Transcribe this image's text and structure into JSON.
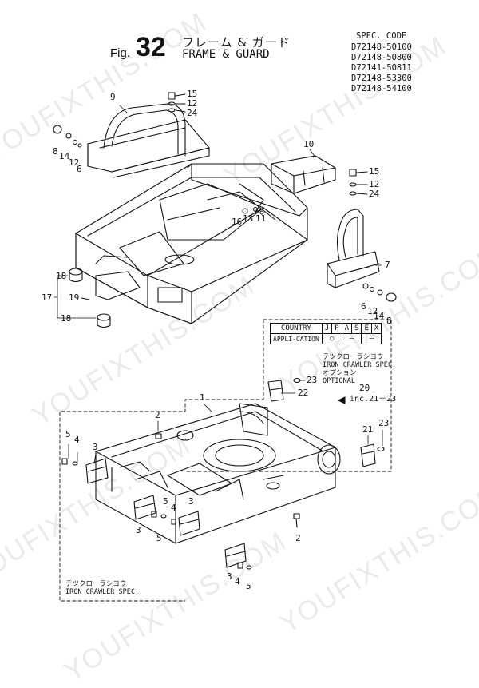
{
  "header": {
    "fig_prefix": "Fig.",
    "fig_number": "32",
    "title_jp": "フレーム & ガード",
    "title_en": "FRAME & GUARD"
  },
  "spec": {
    "heading": "SPEC. CODE",
    "codes": [
      "D72148-50100",
      "D72148-50800",
      "D72141-50811",
      "D72148-53300",
      "D72148-54100"
    ]
  },
  "country_table": {
    "headers": [
      "COUNTRY",
      "J",
      "P",
      "A",
      "S",
      "E",
      "X"
    ],
    "row_label": "APPLI-CATION",
    "row_values": [
      "○",
      "—",
      "—"
    ]
  },
  "notes": {
    "iron_jp_1": "テツクローラシヨウ",
    "iron_en_1": "IRON CRAWLER SPEC.",
    "option_jp": "オプション",
    "option_en": "OPTIONAL",
    "iron_jp_2": "テツクローラシヨウ",
    "iron_en_2": "IRON CRAWLER SPEC.",
    "inc_ref": "inc.21－23"
  },
  "callouts": [
    {
      "id": "c-9",
      "text": "9"
    },
    {
      "id": "c-15a",
      "text": "15"
    },
    {
      "id": "c-12a",
      "text": "12"
    },
    {
      "id": "c-24a",
      "text": "24"
    },
    {
      "id": "c-8a",
      "text": "8"
    },
    {
      "id": "c-14a",
      "text": "14"
    },
    {
      "id": "c-12b",
      "text": "12"
    },
    {
      "id": "c-6a",
      "text": "6"
    },
    {
      "id": "c-10",
      "text": "10"
    },
    {
      "id": "c-15b",
      "text": "15"
    },
    {
      "id": "c-12c",
      "text": "12"
    },
    {
      "id": "c-24b",
      "text": "24"
    },
    {
      "id": "c-16",
      "text": "16"
    },
    {
      "id": "c-13",
      "text": "13"
    },
    {
      "id": "c-11",
      "text": "11"
    },
    {
      "id": "c-7",
      "text": "7"
    },
    {
      "id": "c-18a",
      "text": "18"
    },
    {
      "id": "c-17",
      "text": "17"
    },
    {
      "id": "c-19",
      "text": "19"
    },
    {
      "id": "c-18b",
      "text": "18"
    },
    {
      "id": "c-6b",
      "text": "6"
    },
    {
      "id": "c-12d",
      "text": "12"
    },
    {
      "id": "c-14b",
      "text": "14"
    },
    {
      "id": "c-8b",
      "text": "8"
    },
    {
      "id": "c-1",
      "text": "1"
    },
    {
      "id": "c-2a",
      "text": "2"
    },
    {
      "id": "c-5a",
      "text": "5"
    },
    {
      "id": "c-4a",
      "text": "4"
    },
    {
      "id": "c-3a",
      "text": "3"
    },
    {
      "id": "c-5b",
      "text": "5"
    },
    {
      "id": "c-4b",
      "text": "4"
    },
    {
      "id": "c-3b",
      "text": "3"
    },
    {
      "id": "c-3c",
      "text": "3"
    },
    {
      "id": "c-5c",
      "text": "5"
    },
    {
      "id": "c-2b",
      "text": "2"
    },
    {
      "id": "c-3d",
      "text": "3"
    },
    {
      "id": "c-4c",
      "text": "4"
    },
    {
      "id": "c-5d",
      "text": "5"
    },
    {
      "id": "c-23a",
      "text": "23"
    },
    {
      "id": "c-22",
      "text": "22"
    },
    {
      "id": "c-20",
      "text": "20"
    },
    {
      "id": "c-21",
      "text": "21"
    },
    {
      "id": "c-23b",
      "text": "23"
    }
  ],
  "watermarks": [
    "YOUFIXTHIS.COM",
    "YOUFIXTHIS.COM",
    "YOUFIXTHIS.COM",
    "YOUFIXTHIS.COM",
    "YOUFIXTHIS.COM",
    "YOUFIXTHIS.COM",
    "YOUFIXTHIS.COM"
  ]
}
